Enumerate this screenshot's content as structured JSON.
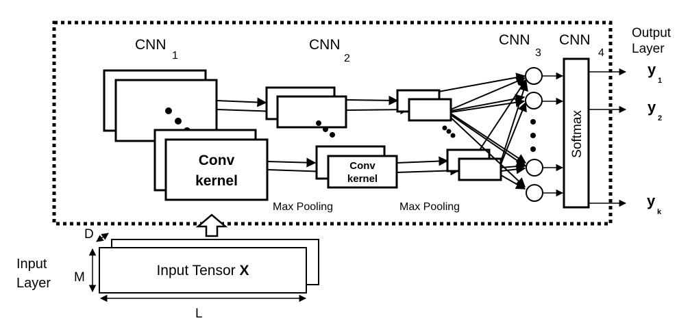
{
  "diagram": {
    "stages": {
      "cnn1": {
        "name": "CNN",
        "subscript": "1",
        "kernel_label_line1": "Conv",
        "kernel_label_line2": "kernel"
      },
      "cnn2": {
        "name": "CNN",
        "subscript": "2",
        "kernel_label_line1": "Conv",
        "kernel_label_line2": "kernel",
        "pool_label": "Max Pooling"
      },
      "cnn3": {
        "name": "CNN",
        "subscript": "3",
        "pool_label": "Max Pooling"
      },
      "cnn4": {
        "name": "CNN",
        "subscript": "4",
        "softmax_label": "Softmax"
      }
    },
    "output_layer": {
      "title_line1": "Output",
      "title_line2": "Layer",
      "outputs": [
        {
          "symbol": "y",
          "subscript": "1"
        },
        {
          "symbol": "y",
          "subscript": "2"
        },
        {
          "symbol": "y",
          "subscript": "k"
        }
      ]
    },
    "input_layer": {
      "title_line1": "Input",
      "title_line2": "Layer",
      "tensor_label": "Input Tensor ",
      "tensor_symbol": "X",
      "dim_depth": "D",
      "dim_height": "M",
      "dim_length": "L"
    },
    "colors": {
      "stroke": "#000000",
      "background": "#ffffff"
    }
  }
}
